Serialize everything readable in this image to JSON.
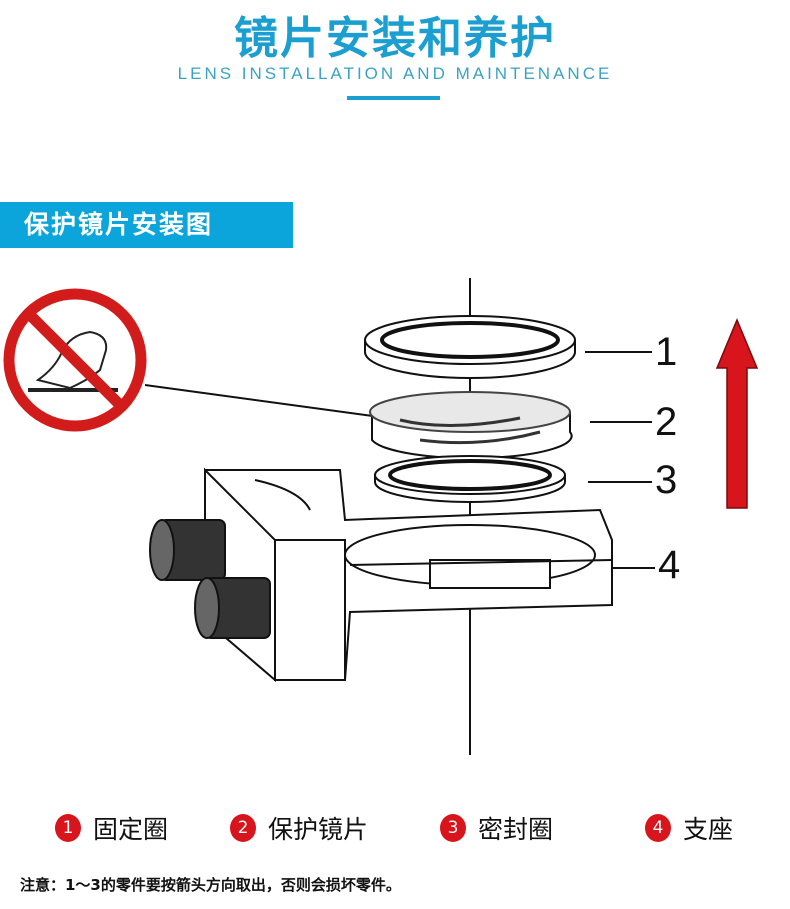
{
  "header": {
    "title": "镜片安装和养护",
    "subtitle": "LENS INSTALLATION AND MAINTENANCE"
  },
  "section": {
    "title": "保护镜片安装图"
  },
  "diagram": {
    "callouts": [
      "1",
      "2",
      "3",
      "4"
    ],
    "icons": [
      "no-touch-sign-icon",
      "up-arrow-icon"
    ]
  },
  "legend": [
    {
      "num": "1",
      "label": "固定圈"
    },
    {
      "num": "2",
      "label": "保护镜片"
    },
    {
      "num": "3",
      "label": "密封圈"
    },
    {
      "num": "4",
      "label": "支座"
    }
  ],
  "note": "注意：1～3的零件要按箭头方向取出，否则会损坏零件。",
  "colors": {
    "accent": "#1a9fd0",
    "banner": "#0ba5dc",
    "warning": "#d8141c"
  }
}
